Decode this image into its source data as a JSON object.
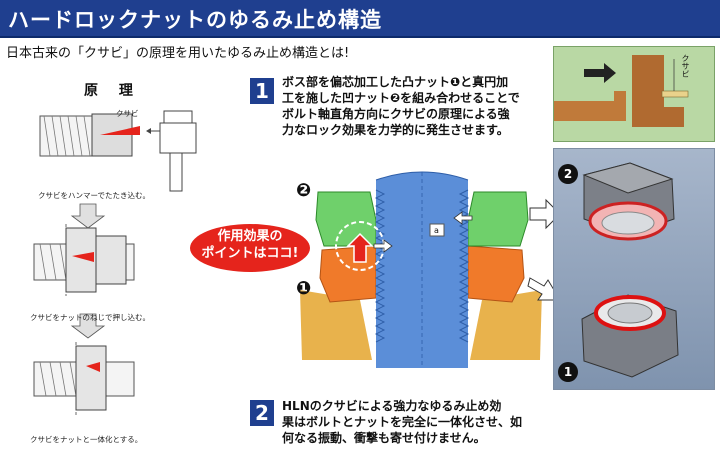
{
  "title": "ハードロックナットのゆるみ止め構造",
  "subtitle": "日本古来の「クサビ」の原理を用いたゆるみ止め構造とは!",
  "principle": {
    "heading": "原 理",
    "wedge_label": "クサビ",
    "captions": [
      "クサビをハンマーでたたき込む。",
      "クサビをナットのねじで押し込む。",
      "クサビをナットと一体化とする。"
    ]
  },
  "step1": {
    "number": "1",
    "text_lines": [
      "ボス部を偏芯加工した凸ナット❶と真円加",
      "工を施した凹ナット❷を組み合わせることで",
      "ボルト軸直角方向にクサビの原理による強",
      "力なロック効果を力学的に発生させます。"
    ]
  },
  "step2": {
    "number": "2",
    "text_lines": [
      "HLNのクサビによる強力なゆるみ止め効",
      "果はボルトとナットを完全に一体化させ、如",
      "何なる振動、衝撃も寄せ付けません。"
    ]
  },
  "diagram": {
    "callout_lines": [
      "作用効果の",
      "ポイントはココ!"
    ],
    "label_a": "a",
    "marker_2": "❷",
    "marker_1": "❶"
  },
  "wedge_photo_label": "クサビ",
  "photo_markers": {
    "top": "2",
    "bottom": "1"
  },
  "colors": {
    "title_bar": "#1f3f8f",
    "nut_green": "#6fd06b",
    "nut_orange": "#f07a2a",
    "bolt_blue": "#5b8ed8",
    "washer": "#e8b24c",
    "red": "#e5241c"
  }
}
